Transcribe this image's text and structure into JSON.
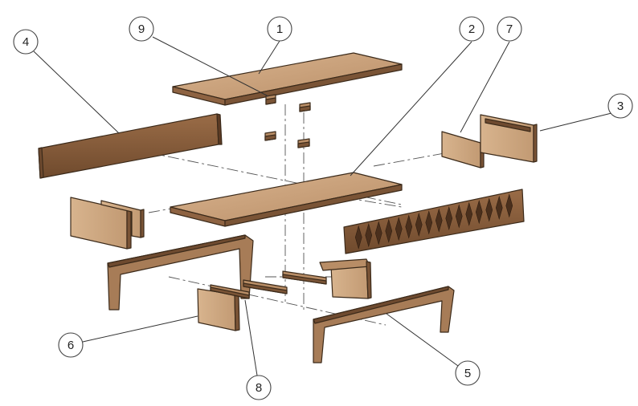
{
  "diagram": {
    "colors": {
      "wood_top": "#c9a27c",
      "wood_side": "#8b6040",
      "wood_edge": "#6e4a2f",
      "wood_face": "#d2ad87",
      "wood_dark": "#5c3b24",
      "balloon_stroke": "#444444"
    },
    "balloons": [
      {
        "id": "b1",
        "label": "1"
      },
      {
        "id": "b2",
        "label": "2"
      },
      {
        "id": "b3",
        "label": "3"
      },
      {
        "id": "b4",
        "label": "4"
      },
      {
        "id": "b5",
        "label": "5"
      },
      {
        "id": "b6",
        "label": "6"
      },
      {
        "id": "b7",
        "label": "7"
      },
      {
        "id": "b8",
        "label": "8"
      },
      {
        "id": "b9",
        "label": "9"
      }
    ]
  }
}
